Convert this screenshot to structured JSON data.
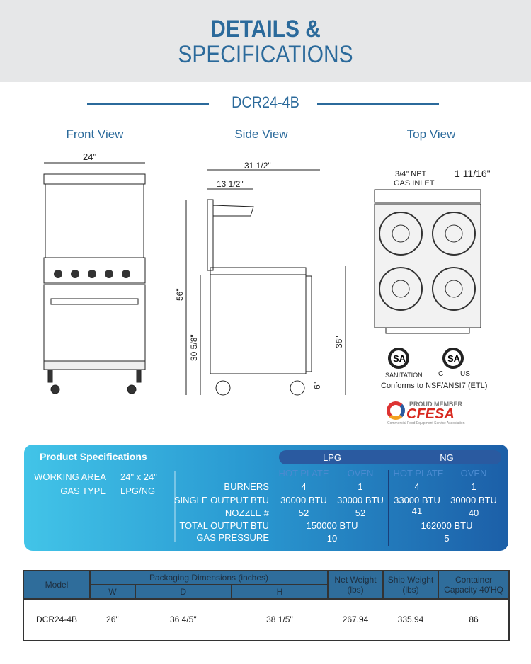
{
  "header": {
    "line1": "DETAILS &",
    "line2": "SPECIFICATIONS"
  },
  "model": "DCR24-4B",
  "views": {
    "front": "Front View",
    "side": "Side View",
    "top": "Top View"
  },
  "dimensions": {
    "front_width": "24\"",
    "side_depth": "31 1/2\"",
    "side_shelf": "13 1/2\"",
    "side_height": "56\"",
    "side_oven": "30 5/8\"",
    "side_work": "36\"",
    "side_legs": "6\"",
    "top_gas": "3/4\" NPT",
    "top_gas2": "GAS INLET",
    "top_offset": "1 11/16\""
  },
  "certs": {
    "sanitation": "SANITATION",
    "c": "C",
    "us": "US",
    "conforms": "Conforms to NSF/ANSI7 (ETL)",
    "cfesa_top": "PROUD MEMBER",
    "cfesa": "CFESA",
    "cfesa_sub": "Commercial Food Equipment Service Association"
  },
  "spec": {
    "title": "Product Specifications",
    "working_area_label": "WORKING AREA",
    "working_area": "24\" x 24\"",
    "gas_type_label": "GAS TYPE",
    "gas_type": "LPG/NG",
    "lpg": "LPG",
    "ng": "NG",
    "hot_plate": "HOT PLATE",
    "oven": "OVEN",
    "rows": [
      {
        "label": "BURNERS",
        "lpg_hp": "4",
        "lpg_ov": "1",
        "ng_hp": "4",
        "ng_ov": "1"
      },
      {
        "label": "SINGLE OUTPUT BTU",
        "lpg_hp": "30000 BTU",
        "lpg_ov": "30000 BTU",
        "ng_hp": "33000 BTU",
        "ng_ov": "30000 BTU"
      },
      {
        "label": "NOZZLE #",
        "lpg_hp": "52",
        "lpg_ov": "52",
        "ng_hp": "41",
        "ng_ov": "40"
      }
    ],
    "total_label": "TOTAL OUTPUT BTU",
    "total_lpg": "150000 BTU",
    "total_ng": "162000 BTU",
    "pressure_label": "GAS PRESSURE",
    "pressure_lpg": "10",
    "pressure_ng": "5"
  },
  "table": {
    "headers": {
      "model": "Model",
      "pack": "Packaging Dimensions (inches)",
      "w": "W",
      "d": "D",
      "h": "H",
      "net": "Net Weight (lbs)",
      "ship": "Ship Weight (lbs)",
      "cont": "Container Capacity 40'HQ"
    },
    "row": {
      "model": "DCR24-4B",
      "w": "26\"",
      "d": "36 4/5\"",
      "h": "38 1/5\"",
      "net": "267.94",
      "ship": "335.94",
      "cont": "86"
    }
  }
}
